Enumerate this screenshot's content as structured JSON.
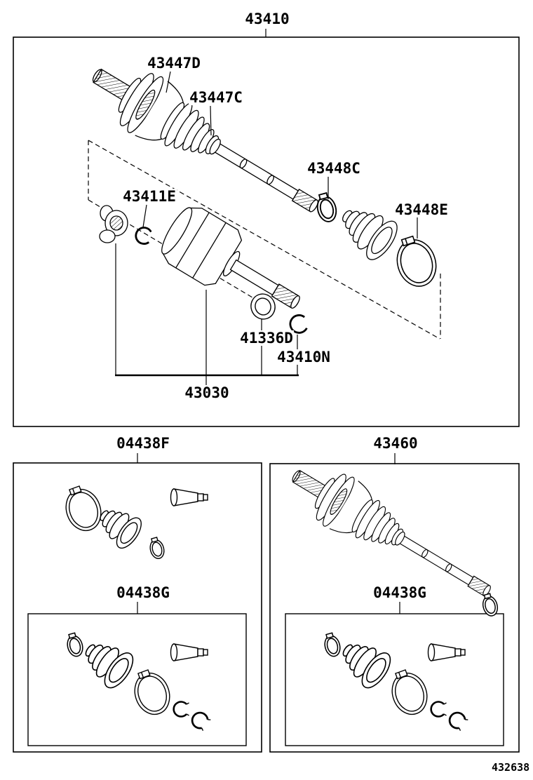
{
  "footer_code": "432638",
  "main_box": {
    "label": "43410",
    "parts": {
      "outboard_joint": "43447D",
      "damper_ring": "43447C",
      "small_boot_clamp": "43448C",
      "large_boot_clamp": "43448E",
      "tripod_snap_ring": "43411E",
      "oil_seal": "41336D",
      "shaft_snap_ring": "43410N",
      "inboard_joint_assy": "43030"
    }
  },
  "left_kit_box": {
    "label": "04438F",
    "inner_kit": {
      "label": "04438G"
    }
  },
  "right_shaft_box": {
    "label": "43460",
    "inner_kit": {
      "label": "04438G"
    }
  }
}
